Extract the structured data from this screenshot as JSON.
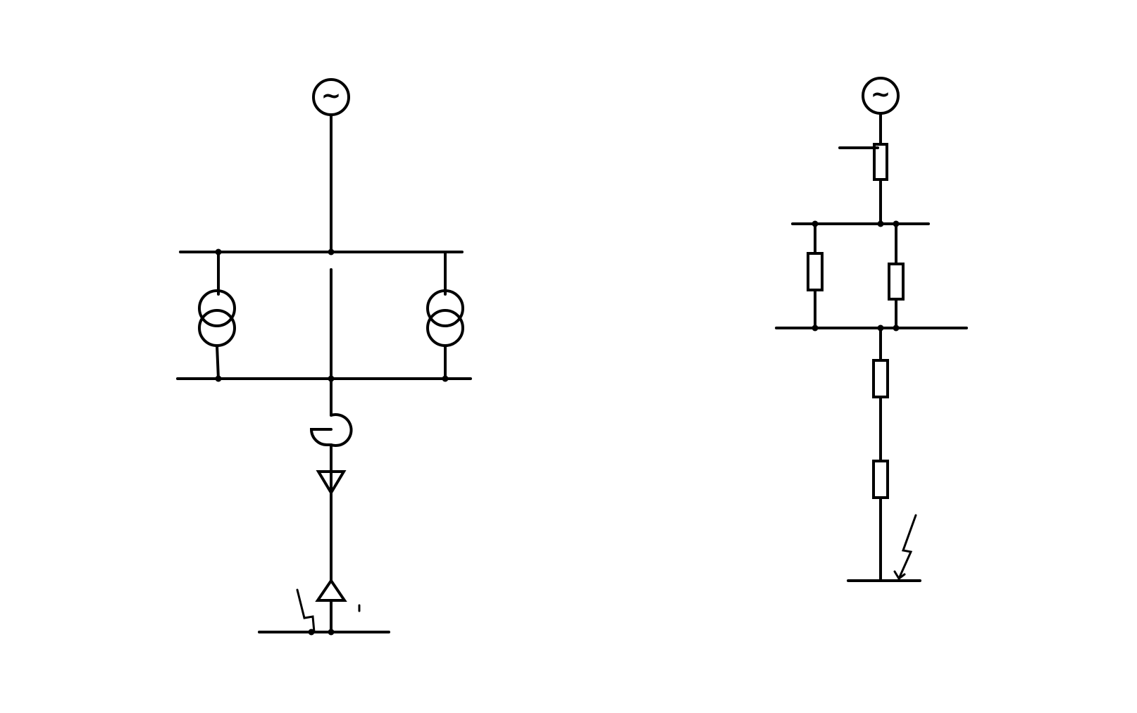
{
  "diagram": {
    "generator_symbol": "~",
    "colors": {
      "line": "#000000",
      "background": "#ffffff"
    },
    "left_diagram": {
      "elements": [
        "generator-icon",
        "busbar-upper",
        "busbar-lower",
        "transformer-icon",
        "transformer-icon",
        "reactor-icon",
        "cable-termination-icon",
        "cable-termination-icon",
        "fault-arrow-icon",
        "busbar-fault"
      ]
    },
    "right_diagram": {
      "elements": [
        "generator-icon",
        "impedance-icon",
        "impedance-icon",
        "impedance-icon",
        "impedance-icon",
        "impedance-icon",
        "fault-arrow-icon"
      ]
    }
  }
}
